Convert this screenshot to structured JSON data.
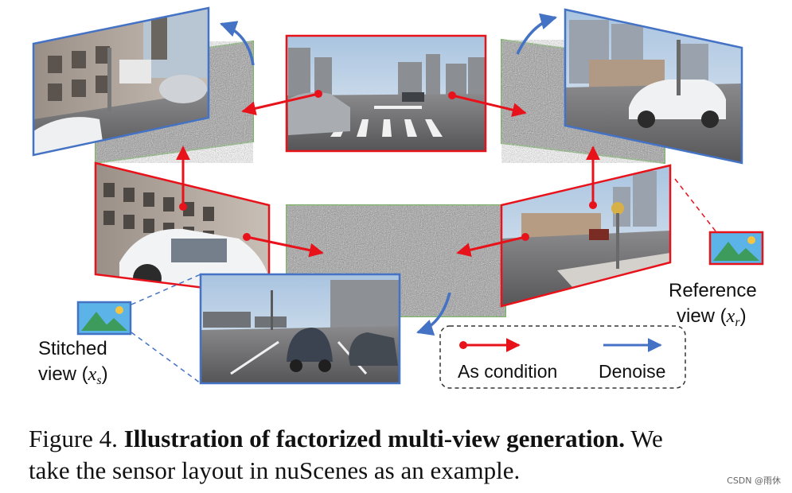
{
  "figure": {
    "labels": {
      "reference_view_line1": "Reference",
      "reference_view_line2": "view (",
      "reference_math": "x",
      "reference_sub": "r",
      "stitched_view_line1": "Stitched",
      "stitched_view_line2": "view (",
      "stitched_math": "x",
      "stitched_sub": "s",
      "close_paren": ")"
    },
    "legend": {
      "condition_label": "As condition",
      "denoise_label": "Denoise"
    },
    "colors": {
      "condition": "#e8121b",
      "denoise": "#4472c4",
      "noise_border": "#7fb070",
      "legend_border": "#333333"
    },
    "icons": [
      "image-icon-reference",
      "image-icon-stitched"
    ]
  },
  "caption": {
    "figure_number": "Figure 4.",
    "title": "Illustration of factorized multi-view generation.",
    "body_line1_tail": "We",
    "body_line2": "take the sensor layout in nuScenes as an example."
  },
  "watermark": "CSDN @雨休"
}
